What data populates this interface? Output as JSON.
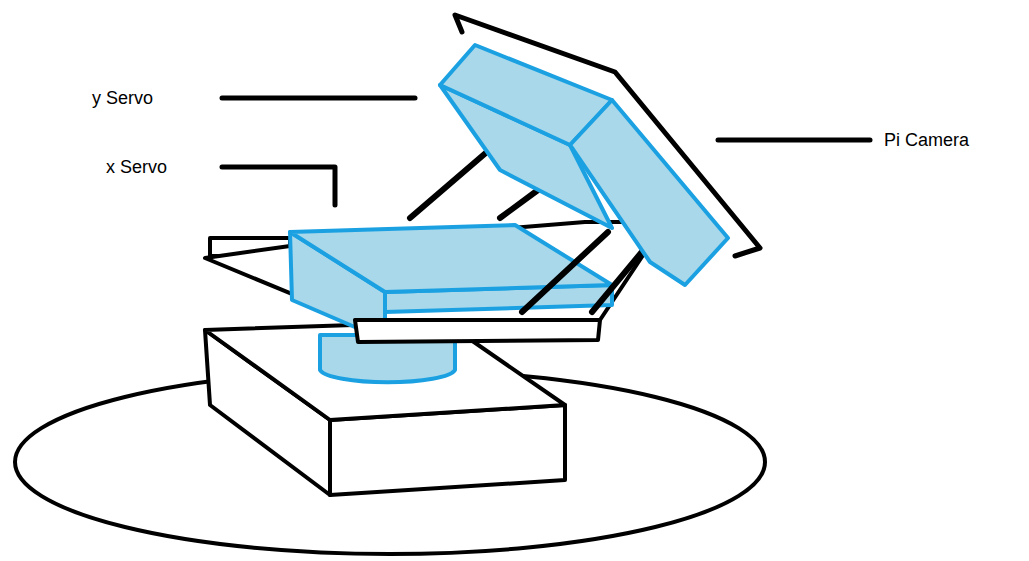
{
  "diagram": {
    "labels": [
      "y Servo",
      "x Servo",
      "Pi Camera"
    ]
  }
}
